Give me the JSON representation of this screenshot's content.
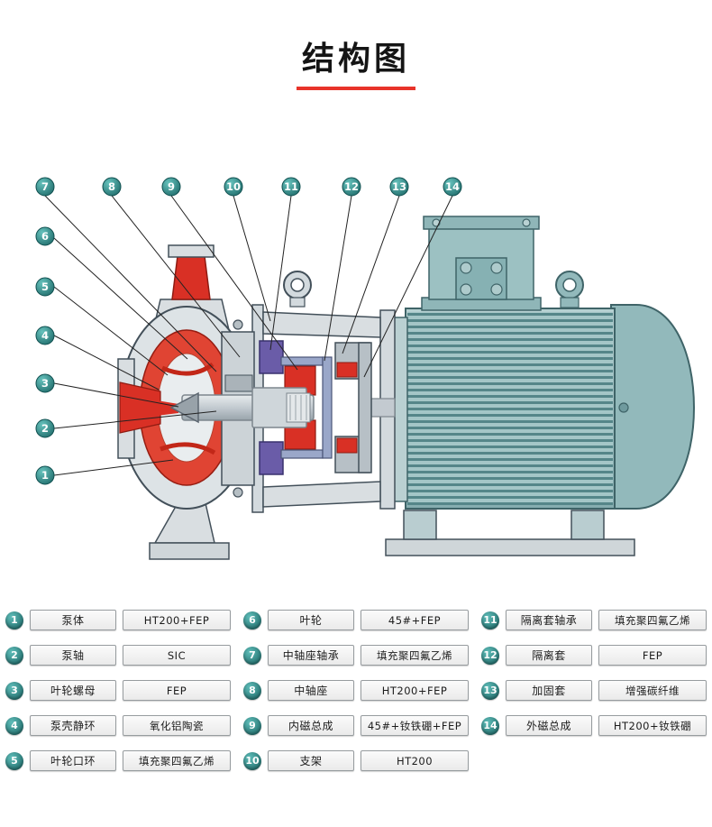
{
  "title": "结构图",
  "colors": {
    "accent_red": "#e8332a",
    "badge_teal": "#1e6a6a",
    "motor_teal": "#8db4b6",
    "pump_red": "#d93025",
    "magnet_purple": "#6a5ca8"
  },
  "diagram": {
    "callouts_top": [
      "7",
      "8",
      "9",
      "10",
      "11",
      "12",
      "13",
      "14"
    ],
    "callouts_left": [
      "6",
      "5",
      "4",
      "3",
      "2",
      "1"
    ]
  },
  "parts": [
    {
      "num": "1",
      "name": "泵体",
      "material": "HT200+FEP"
    },
    {
      "num": "2",
      "name": "泵轴",
      "material": "SIC"
    },
    {
      "num": "3",
      "name": "叶轮螺母",
      "material": "FEP"
    },
    {
      "num": "4",
      "name": "泵壳静环",
      "material": "氧化铝陶瓷"
    },
    {
      "num": "5",
      "name": "叶轮口环",
      "material": "填充聚四氟乙烯"
    },
    {
      "num": "6",
      "name": "叶轮",
      "material": "45#+FEP"
    },
    {
      "num": "7",
      "name": "中轴座轴承",
      "material": "填充聚四氟乙烯"
    },
    {
      "num": "8",
      "name": "中轴座",
      "material": "HT200+FEP"
    },
    {
      "num": "9",
      "name": "内磁总成",
      "material": "45#+钕铁硼+FEP"
    },
    {
      "num": "10",
      "name": "支架",
      "material": "HT200"
    },
    {
      "num": "11",
      "name": "隔离套轴承",
      "material": "填充聚四氟乙烯"
    },
    {
      "num": "12",
      "name": "隔离套",
      "material": "FEP"
    },
    {
      "num": "13",
      "name": "加固套",
      "material": "增强碳纤维"
    },
    {
      "num": "14",
      "name": "外磁总成",
      "material": "HT200+钕铁硼"
    }
  ]
}
